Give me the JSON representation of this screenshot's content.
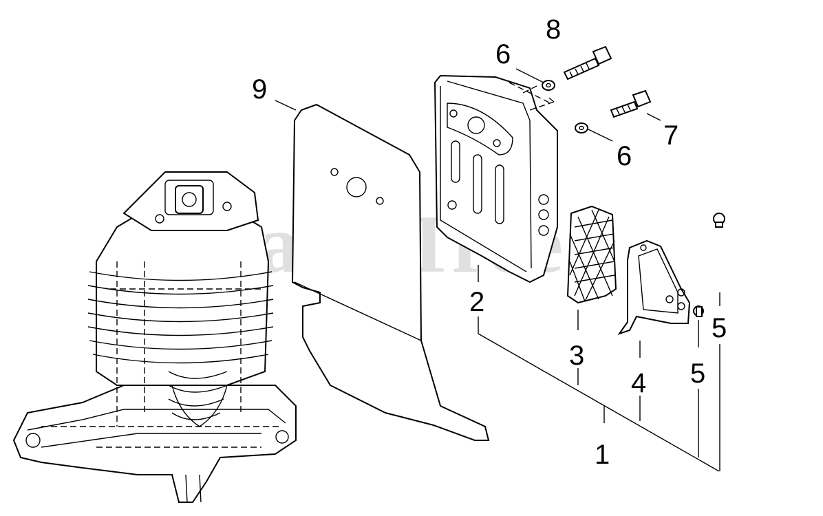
{
  "watermark": "PartsTree",
  "callouts": [
    "1",
    "2",
    "3",
    "4",
    "5",
    "5",
    "6",
    "6",
    "7",
    "8",
    "9"
  ],
  "parts": [
    "cylinder-engine-block",
    "heat-shield-plate",
    "muffler-body",
    "spark-arrestor-screen",
    "muffler-cover",
    "plug-screws",
    "washers",
    "bolt-short",
    "bolt-long"
  ]
}
